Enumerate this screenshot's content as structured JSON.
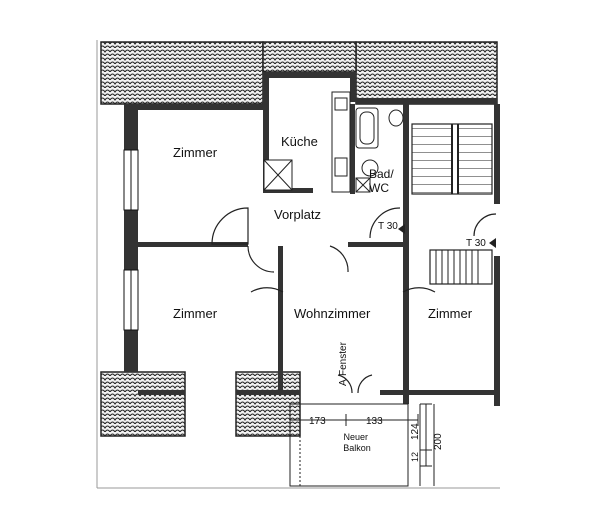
{
  "rooms": {
    "zimmer_top_left": "Zimmer",
    "kueche": "Küche",
    "bad_wc": "Bad/\nWC",
    "vorplatz": "Vorplatz",
    "zimmer_bottom_left": "Zimmer",
    "wohnzimmer": "Wohnzimmer",
    "zimmer_right": "Zimmer",
    "neuer_balkon": "Neuer\nBalkon"
  },
  "doors": {
    "t30_vorplatz": "T 30",
    "t30_stair": "T 30"
  },
  "annotations": {
    "fenster": "Fenster",
    "fenster_prefix": "A",
    "dim_173": "173",
    "dim_133": "133",
    "dim_124": "124",
    "dim_200": "200",
    "dim_12": "12"
  }
}
